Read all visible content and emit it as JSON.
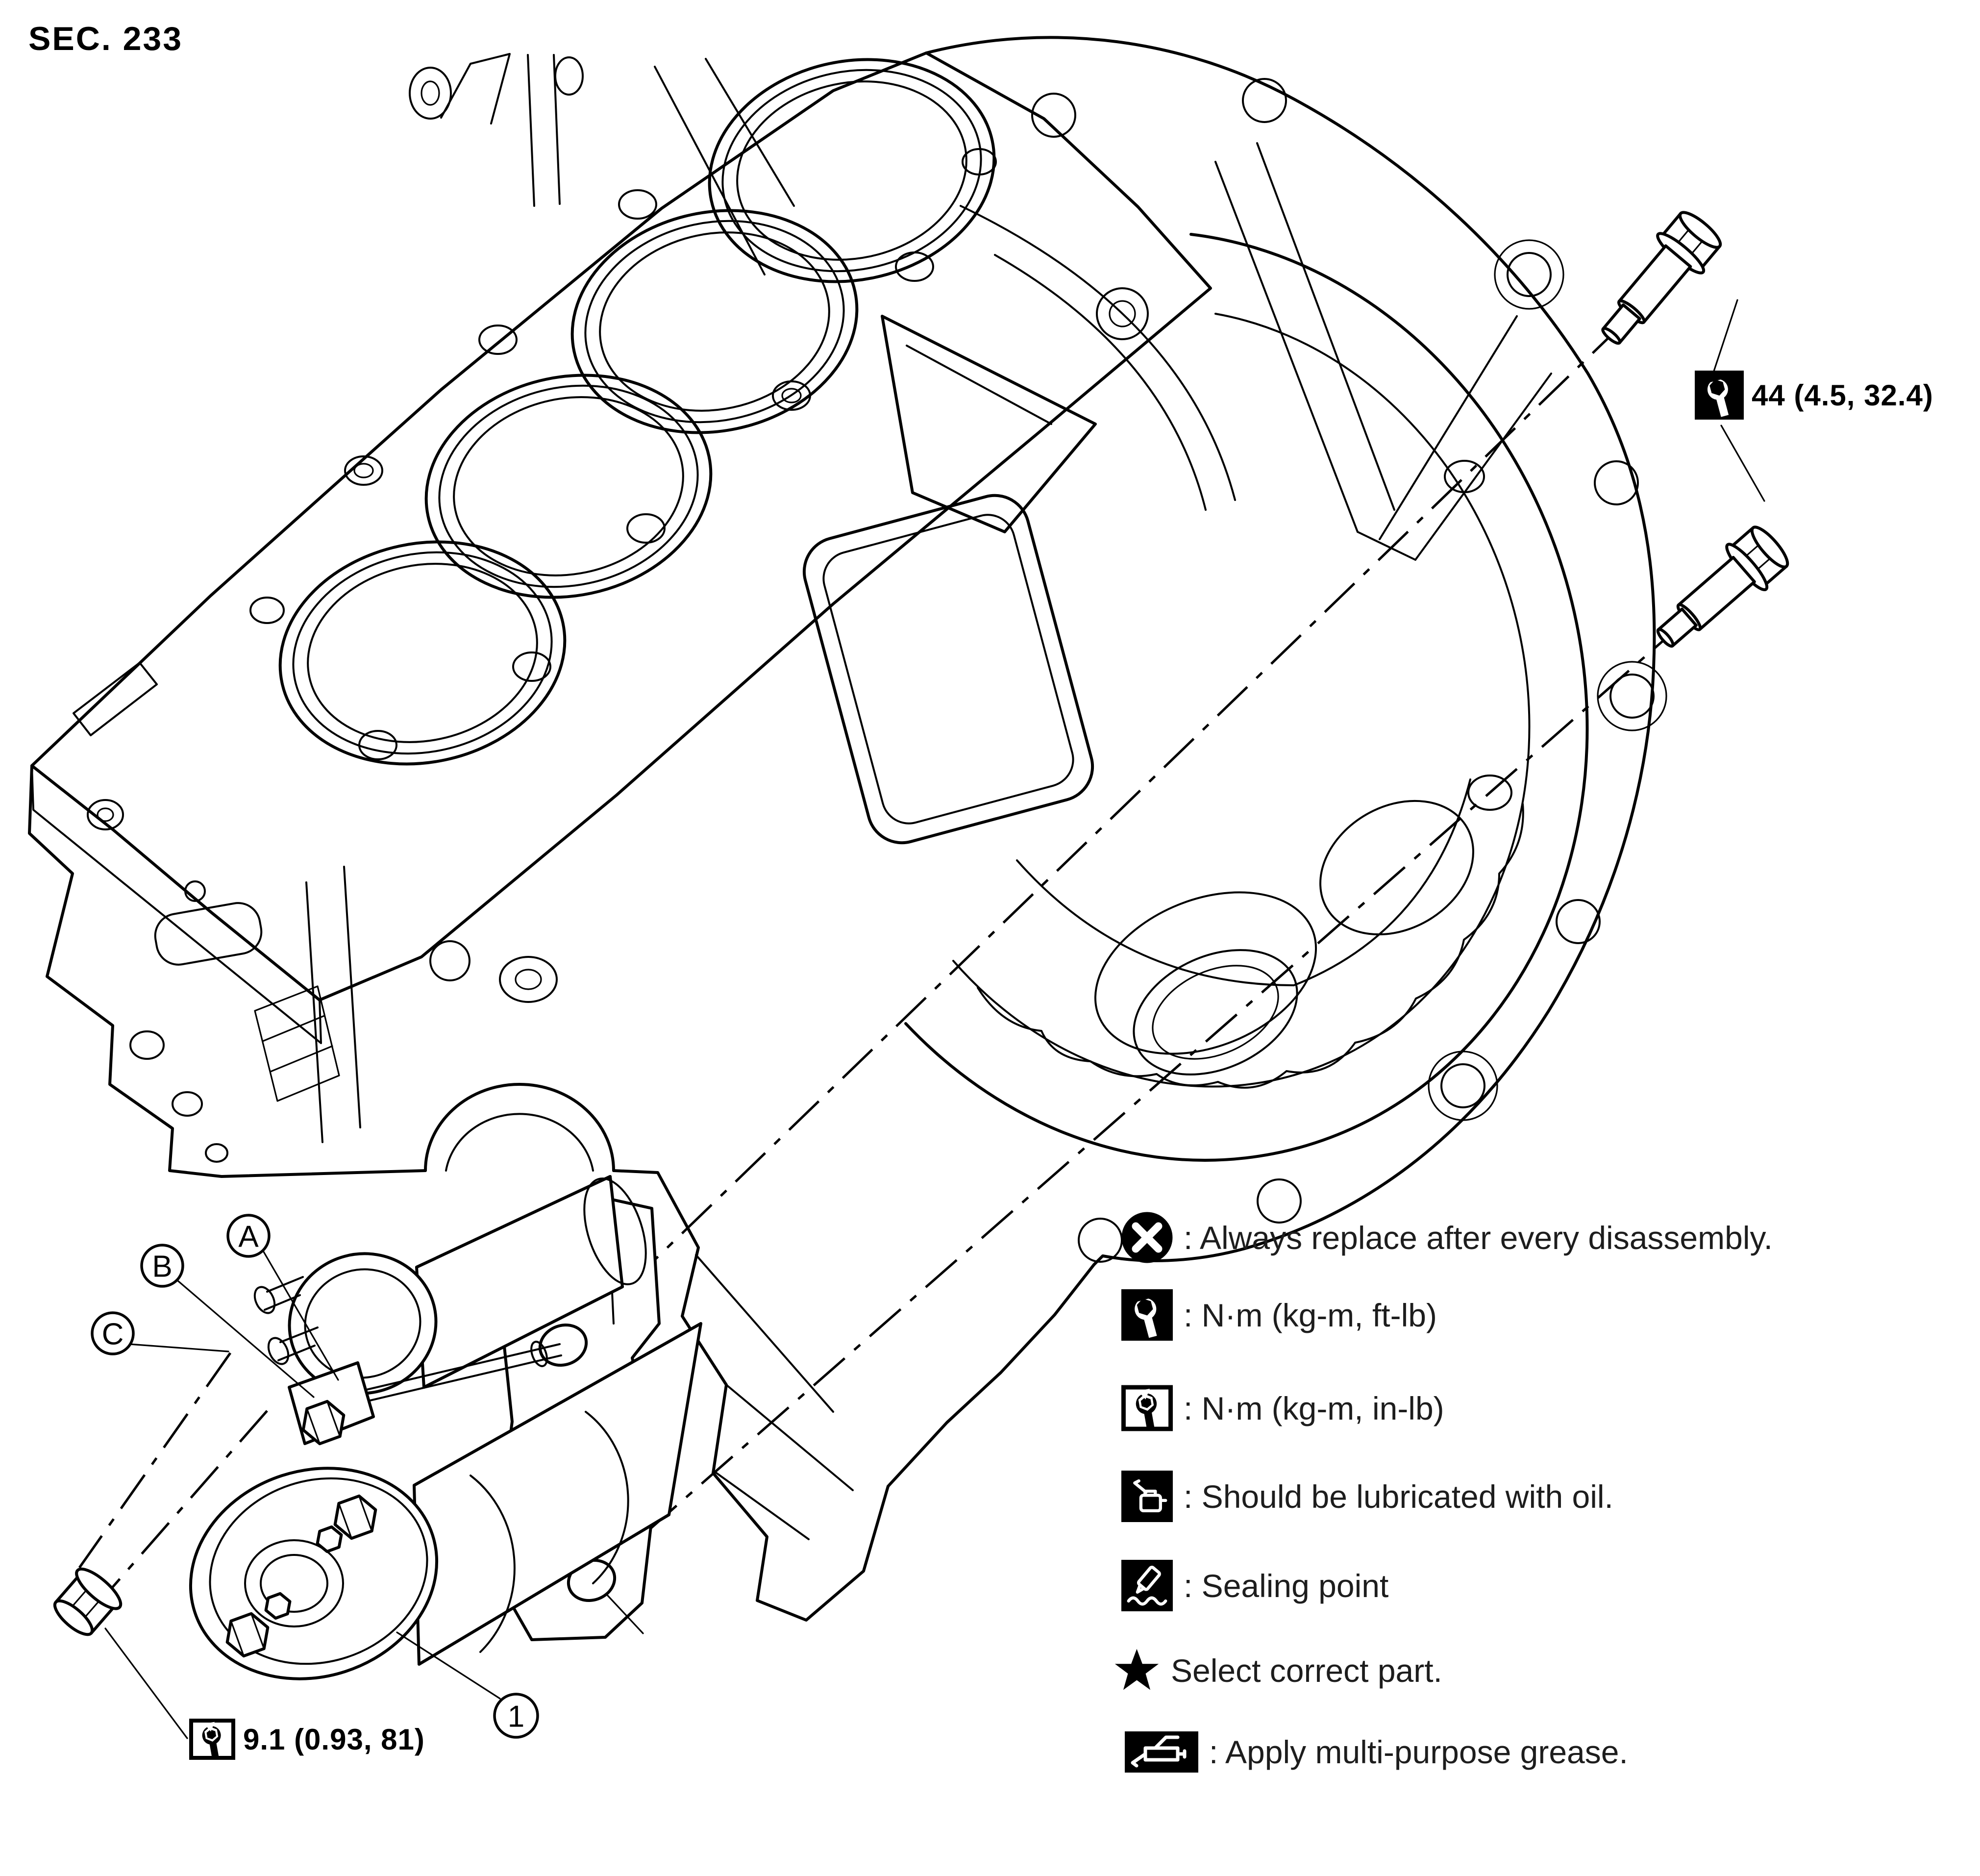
{
  "page": {
    "sec_label": "SEC. 233"
  },
  "torques": {
    "bolts": {
      "value": "44 (4.5, 32.4)",
      "unit_icon": "nm-ft-lb-icon"
    },
    "nut": {
      "value": "9.1 (0.93, 81)",
      "unit_icon": "nm-in-lb-icon"
    }
  },
  "callouts": [
    {
      "label": "A"
    },
    {
      "label": "B"
    },
    {
      "label": "C"
    },
    {
      "label": "1"
    }
  ],
  "legend": {
    "rows": [
      {
        "icon": "replace-icon",
        "text": ": Always replace after every disassembly."
      },
      {
        "icon": "torque-ft-lb-icon",
        "text": ": N·m (kg-m, ft-lb)"
      },
      {
        "icon": "torque-in-lb-icon",
        "text": ": N·m (kg-m, in-lb)"
      },
      {
        "icon": "oil-icon",
        "text": ": Should be lubricated with oil."
      },
      {
        "icon": "sealing-icon",
        "text": ": Sealing point"
      },
      {
        "icon": "star-icon",
        "text": "Select correct part."
      },
      {
        "icon": "grease-icon",
        "text": ": Apply multi-purpose grease."
      }
    ]
  },
  "colors": {
    "ink": "#000000",
    "paper": "#ffffff"
  }
}
